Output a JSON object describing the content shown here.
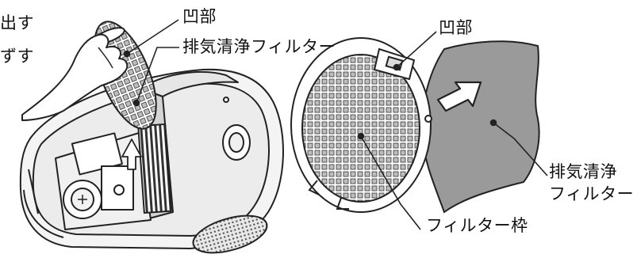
{
  "labels": {
    "cut_top": "出す",
    "cut_bottom": "ずす",
    "recess_left": "凹部",
    "exhaust_filter_left": "排気清浄フィルター",
    "recess_right": "凹部",
    "exhaust_filter_right_line1": "排気清浄",
    "exhaust_filter_right_line2": "フィルター",
    "filter_frame": "フィルター枠"
  },
  "colors": {
    "line": "#222222",
    "filter_gray": "#9a9a9a",
    "body_light": "#f4f4f4",
    "body_mid": "#dcdcdc"
  }
}
